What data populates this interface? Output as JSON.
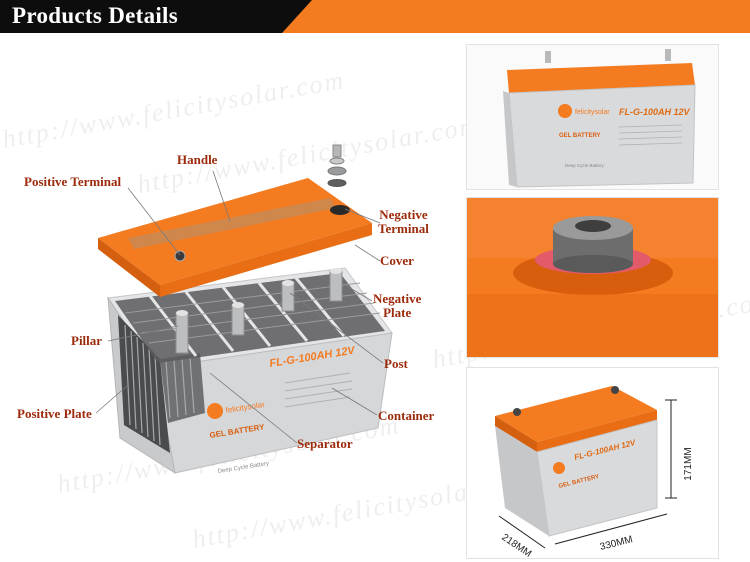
{
  "banner": {
    "title": "Products Details",
    "bar_color": "#f47b20",
    "tab_color": "#0d0d0d"
  },
  "watermark": "http://www.felicitysolar.com",
  "product": {
    "model": "FL-G-100AH 12V",
    "type_label": "GEL BATTERY",
    "brand": "felicitysolar",
    "tagline": "Deep Cycle Battery"
  },
  "labels": {
    "handle": "Handle",
    "positive_terminal": "Positive Terminal",
    "negative_terminal_line1": "Negative",
    "negative_terminal_line2": "Terminal",
    "cover": "Cover",
    "negative_plate_line1": "Negative",
    "negative_plate_line2": "Plate",
    "pillar": "Pillar",
    "post": "Post",
    "positive_plate": "Positive Plate",
    "container": "Container",
    "separator": "Separator"
  },
  "dimensions": {
    "height": "171MM",
    "length": "330MM",
    "width": "218MM"
  },
  "colors": {
    "orange": "#f47b20",
    "label": "#9c2b0c",
    "case": "#d9dadc"
  }
}
